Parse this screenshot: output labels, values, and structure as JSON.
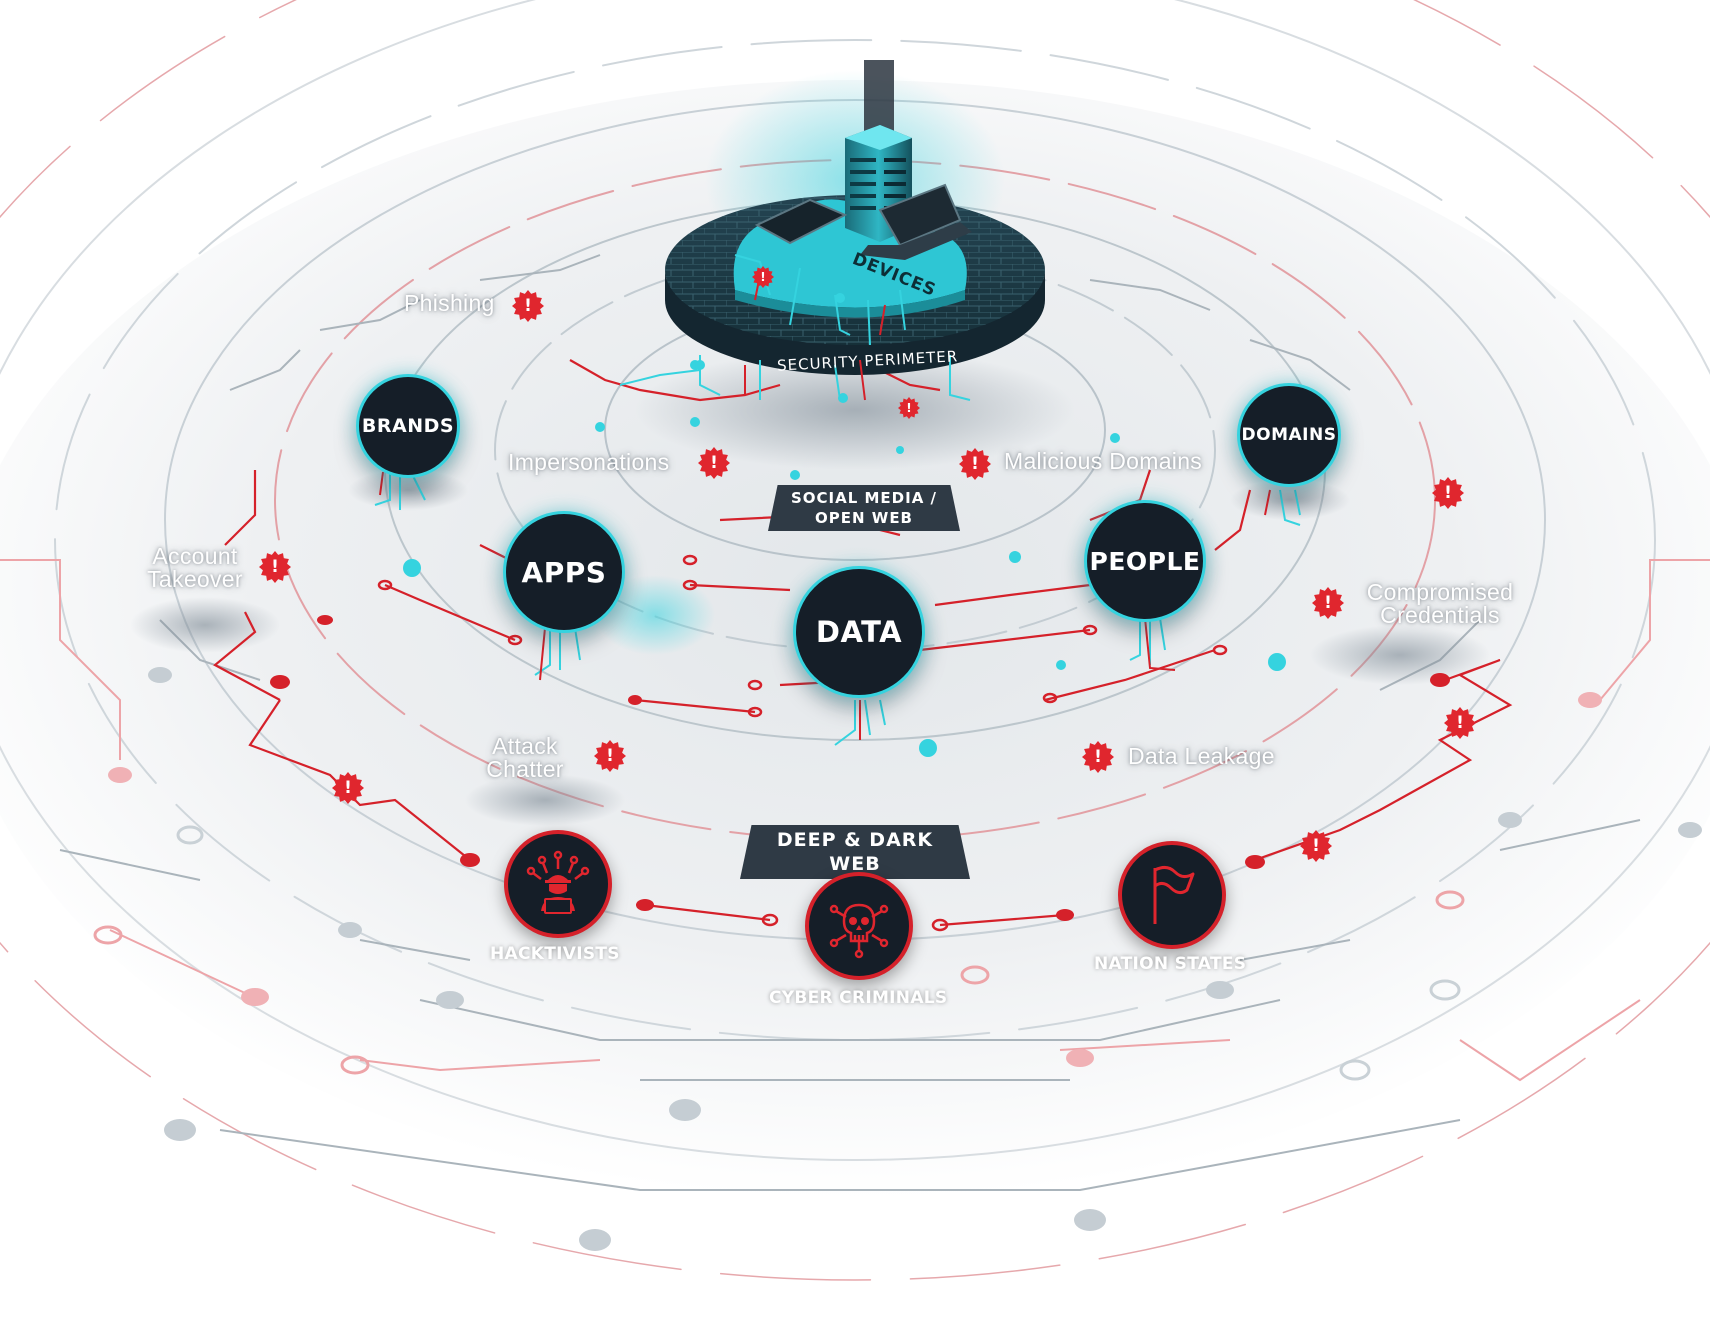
{
  "platform": {
    "devices_label": "DEVICES",
    "perimeter_label": "SECURITY PERIMETER"
  },
  "assets": {
    "brands": "BRANDS",
    "domains": "DOMAINS",
    "apps": "APPS",
    "data": "DATA",
    "people": "PEOPLE"
  },
  "risks": {
    "phishing": "Phishing",
    "impersonations": "Impersonations",
    "malicious_domains": "Malicious Domains",
    "account_takeover_1": "Account",
    "account_takeover_2": "Takeover",
    "compromised_credentials_1": "Compromised",
    "compromised_credentials_2": "Credentials",
    "attack_chatter_1": "Attack",
    "attack_chatter_2": "Chatter",
    "data_leakage": "Data Leakage"
  },
  "zones": {
    "social_media_1": "SOCIAL MEDIA /",
    "social_media_2": "OPEN WEB",
    "deep_dark_web": "DEEP & DARK WEB"
  },
  "threat_actors": {
    "hacktivists": "HACKTIVISTS",
    "cyber_criminals": "CYBER CRIMINALS",
    "nation_states": "NATION STATES"
  },
  "alert_symbol": "!",
  "colors": {
    "accent_cyan": "#35d3df",
    "alert_red": "#e0262e",
    "node_dark": "#151e28"
  },
  "icons": {
    "hacktivists": "hacker-icon",
    "cyber_criminals": "skull-icon",
    "nation_states": "flag-icon"
  }
}
